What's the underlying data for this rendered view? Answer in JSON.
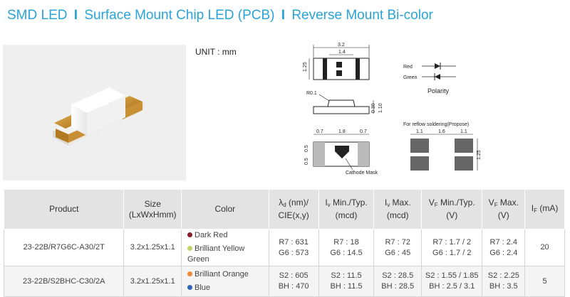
{
  "header": {
    "part1": "SMD LED",
    "part2": "Surface Mount Chip LED (PCB)",
    "part3": "Reverse Mount Bi-color",
    "separator": "I"
  },
  "unit_label": "UNIT : mm",
  "drawing": {
    "dim_3_2": "3.2",
    "dim_1_4": "1.4",
    "dim_1_25": "1.25",
    "dim_r0_1": "R0.1",
    "dim_0_30": "0.30",
    "dim_1_10": "1.10",
    "dim_0_7a": "0.7",
    "dim_1_8": "1.8",
    "dim_0_7b": "0.7",
    "dim_0_5a": "0.5",
    "dim_0_5b": "0.5",
    "cathode_mask": "Cathode Mask",
    "red_label": "Red",
    "green_label": "Green",
    "polarity_label": "Polarity",
    "reflow_label": "For reflow soldering(Propose)",
    "pad_1_1a": "1.1",
    "pad_1_6": "1.6",
    "pad_1_1b": "1.1",
    "pad_1_25": "1.25"
  },
  "table": {
    "headers": {
      "product": "Product",
      "size": "Size",
      "size_sub": "(LxWxHmm)",
      "color": "Color",
      "lambda_pre": "λ",
      "lambda_sub": "d",
      "lambda_rest": " (nm)/",
      "lambda_line2": "CIE(x,y)",
      "iv_min_pre": "I",
      "iv_min_sub": "v",
      "iv_min_rest": " Min./Typ.",
      "iv_min_line2": "(mcd)",
      "iv_max_pre": "I",
      "iv_max_sub": "v",
      "iv_max_rest": " Max.",
      "iv_max_line2": "(mcd)",
      "vf_min_pre": "V",
      "vf_min_sub": "F",
      "vf_min_rest": " Min./Typ.",
      "vf_min_line2": "(V)",
      "vf_max_pre": "V",
      "vf_max_sub": "F",
      "vf_max_rest": " Max.",
      "vf_max_line2": "(V)",
      "if_pre": "I",
      "if_sub": "F",
      "if_rest": " (mA)"
    },
    "rows": [
      {
        "product": "23-22B/R7G6C-A30/2T",
        "size": "3.2x1.25x1.1",
        "color1": "Dark Red",
        "color1_dot": "#8a1d2b",
        "color2": "Brilliant Yellow Green",
        "color2_dot": "#c3d36b",
        "lambda1": "R7 : 631",
        "lambda2": "G6 : 573",
        "iv_typ1": "R7 : 18",
        "iv_typ2": "G6 : 14.5",
        "iv_max1": "R7 : 72",
        "iv_max2": "G6 : 45",
        "vf_typ1": "R7 : 1.7 / 2",
        "vf_typ2": "G6 : 1.7 / 2",
        "vf_max1": "R7 : 2.4",
        "vf_max2": "G6 : 2.4",
        "if": "20"
      },
      {
        "product": "23-22B/S2BHC-C30/2A",
        "size": "3.2x1.25x1.1",
        "color1": "Brilliant Orange",
        "color1_dot": "#ee8b3a",
        "color2": "Blue",
        "color2_dot": "#2f66b5",
        "lambda1": "S2 : 605",
        "lambda2": "BH : 470",
        "iv_typ1": "S2 : 11.5",
        "iv_typ2": "BH : 11.5",
        "iv_max1": "S2 : 28.5",
        "iv_max2": "BH : 28.5",
        "vf_typ1": "S2 : 1.55 / 1.85",
        "vf_typ2": "BH : 2.5 / 3.1",
        "vf_max1": "S2 : 2.25",
        "vf_max2": "BH : 3.5",
        "if": "5"
      }
    ]
  }
}
